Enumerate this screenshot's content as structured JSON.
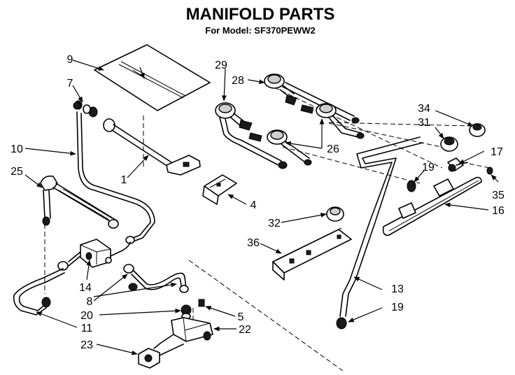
{
  "title": "MANIFOLD PARTS",
  "subtitle": "For Model: SF370PEWW2",
  "callouts": {
    "c1": "1",
    "c4": "4",
    "c5": "5",
    "c7": "7",
    "c8": "8",
    "c9": "9",
    "c10": "10",
    "c11": "11",
    "c13": "13",
    "c14": "14",
    "c16": "16",
    "c17": "17",
    "c19a": "19",
    "c19b": "19",
    "c20": "20",
    "c22": "22",
    "c23": "23",
    "c25": "25",
    "c26": "26",
    "c28": "28",
    "c29": "29",
    "c31": "31",
    "c32": "32",
    "c34": "34",
    "c35": "35",
    "c36": "36"
  }
}
